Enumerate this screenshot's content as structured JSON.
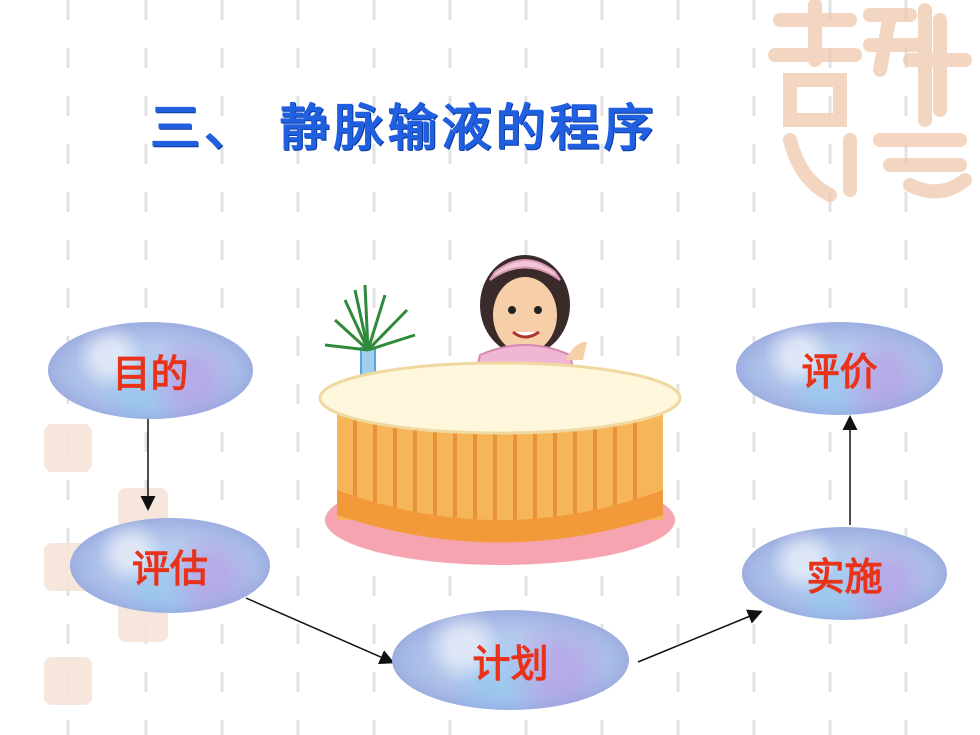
{
  "title": "三、 静脉输液的程序",
  "nodes": {
    "mudi": "目的",
    "pinggu": "评估",
    "jihua": "计划",
    "shishi": "实施",
    "pingjia": "评价"
  },
  "colors": {
    "title": "#1f5fe0",
    "node_text": "#e8321a",
    "node_fill": "#b3c4ec",
    "seal": "#f0d2bd"
  },
  "icons": [
    "nurse-at-desk-illustration",
    "plant-icon",
    "auspicious-seal-watermark"
  ]
}
